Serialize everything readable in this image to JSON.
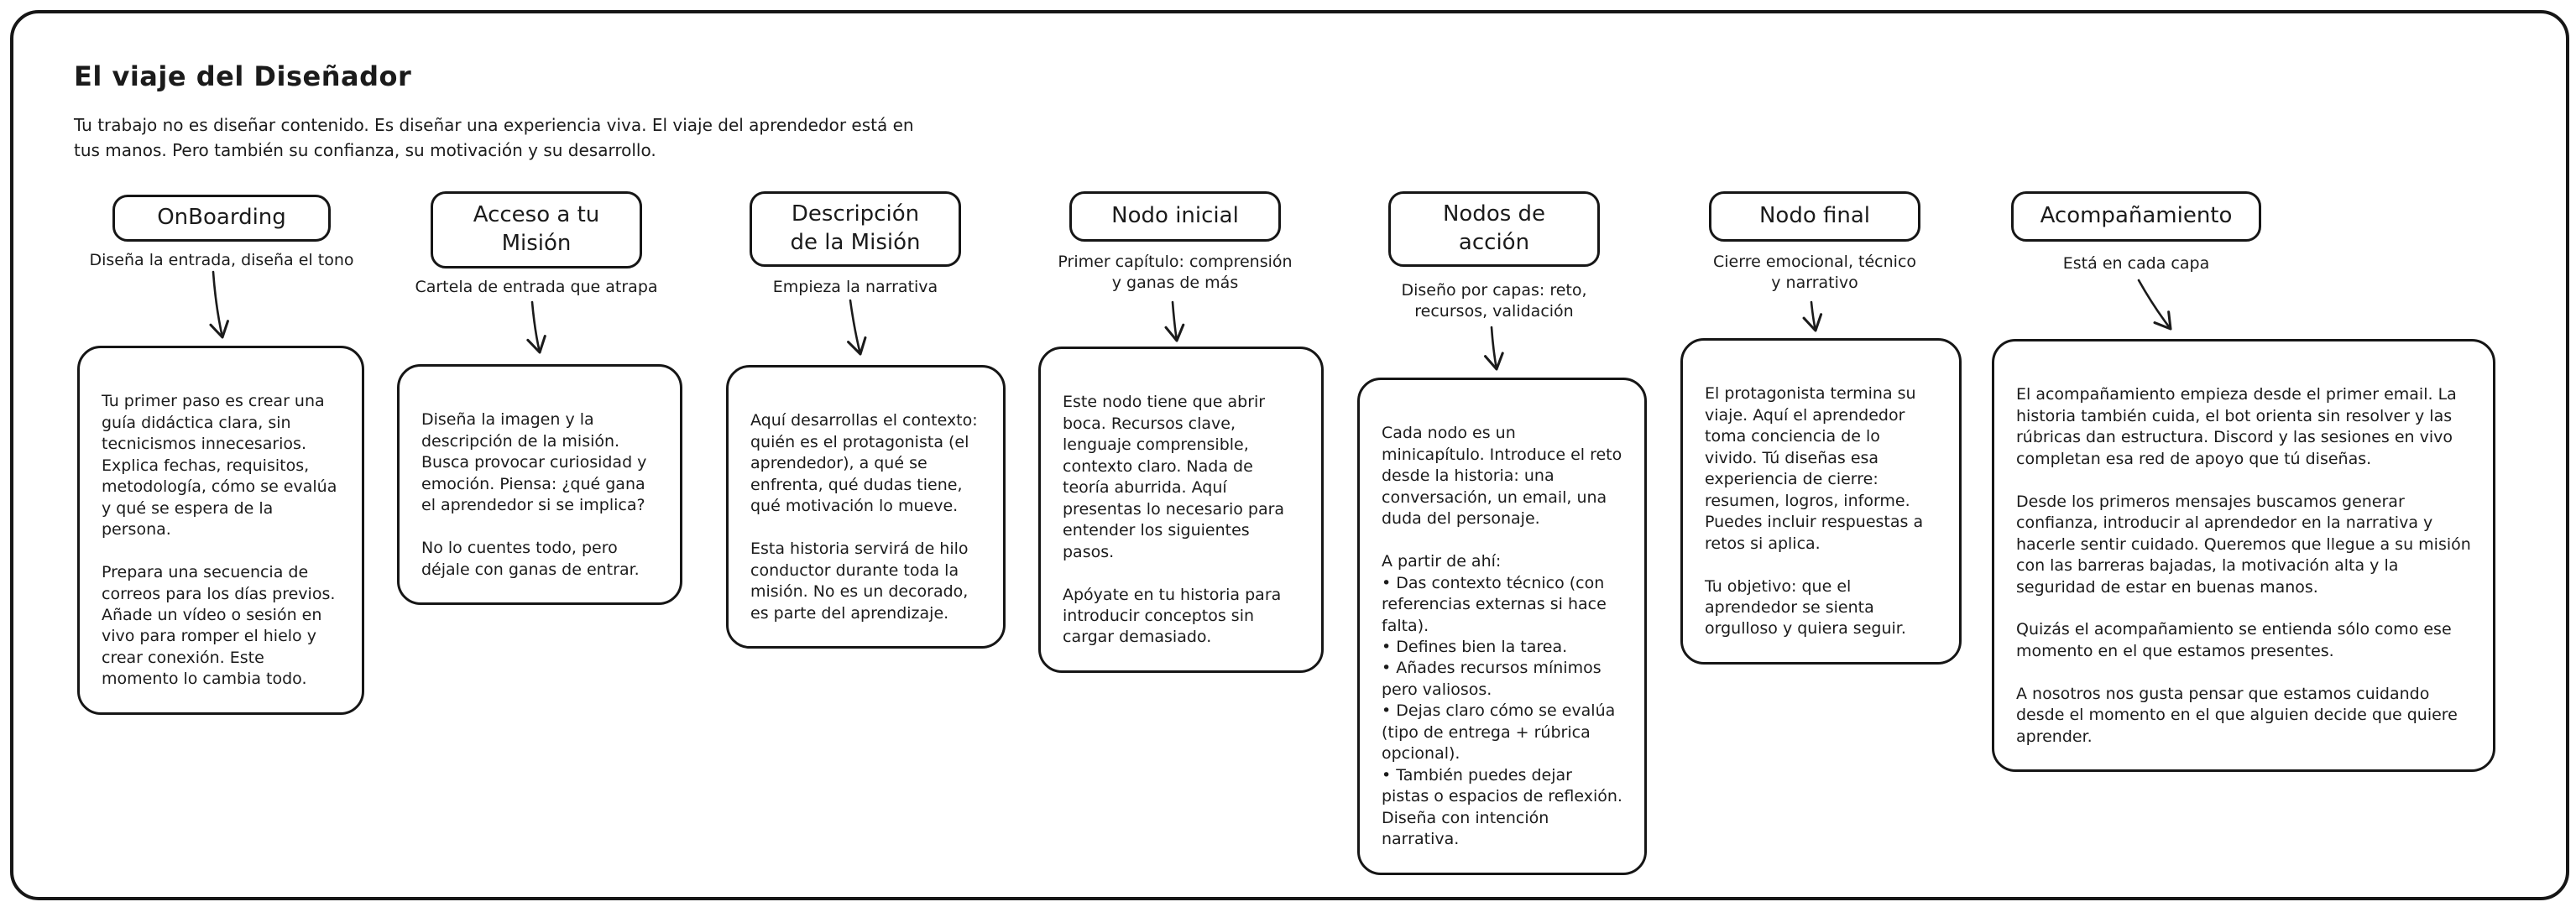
{
  "page": {
    "title": "El viaje del Diseñador",
    "subtitle": "Tu trabajo no es diseñar contenido. Es diseñar una experiencia viva. El viaje del aprendedor está en\ntus manos. Pero también su confianza, su motivación y su desarrollo."
  },
  "colors": {
    "ink": "#1b1b1b",
    "frame": "#161616",
    "background": "#ffffff"
  },
  "columns": [
    {
      "title": "OnBoarding",
      "tagline": "Diseña la entrada, diseña el tono",
      "body": "Tu primer paso es crear una guía didáctica clara, sin tecnicismos innecesarios. Explica fechas, requisitos, metodología, cómo se evalúa y qué se espera de la persona.\n\nPrepara una secuencia de correos para los días previos. Añade un vídeo o sesión en vivo para romper el hielo y crear conexión. Este momento lo cambia todo."
    },
    {
      "title": "Acceso a tu\nMisión",
      "tagline": "Cartela de entrada que atrapa",
      "body": "Diseña la imagen y la descripción de la misión. Busca provocar curiosidad y emoción. Piensa: ¿qué gana el aprendedor si se implica?\n\nNo lo cuentes todo, pero déjale con ganas de entrar."
    },
    {
      "title": "Descripción\nde la Misión",
      "tagline": "Empieza la narrativa",
      "body": "Aquí desarrollas el contexto: quién es el protagonista (el aprendedor), a qué se enfrenta, qué dudas tiene, qué motivación lo mueve.\n\nEsta historia servirá de hilo conductor durante toda la misión. No es un decorado, es parte del aprendizaje."
    },
    {
      "title": "Nodo inicial",
      "tagline": "Primer capítulo: comprensión\ny ganas de más",
      "body": "Este nodo tiene que abrir boca. Recursos clave, lenguaje comprensible, contexto claro. Nada de teoría aburrida. Aquí presentas lo necesario para entender los siguientes pasos.\n\nApóyate en tu historia para introducir conceptos sin cargar demasiado."
    },
    {
      "title": "Nodos de\nacción",
      "tagline": "Diseño por capas: reto,\nrecursos, validación",
      "body": "Cada nodo es un minicapítulo. Introduce el reto desde la historia: una conversación, un email, una duda del personaje.\n\nA partir de ahí:\n• Das contexto técnico (con referencias externas si hace falta).\n• Defines bien la tarea.\n• Añades recursos mínimos pero valiosos.\n• Dejas claro cómo se evalúa (tipo de entrega + rúbrica opcional).\n• También puedes dejar pistas o espacios de reflexión. Diseña con intención narrativa."
    },
    {
      "title": "Nodo final",
      "tagline": "Cierre emocional, técnico\ny narrativo",
      "body": "El protagonista termina su viaje. Aquí el aprendedor toma conciencia de lo vivido. Tú diseñas esa experiencia de cierre: resumen, logros, informe. Puedes incluir respuestas a retos si aplica.\n\nTu objetivo: que el aprendedor se sienta orgulloso y quiera seguir."
    },
    {
      "title": "Acompañamiento",
      "tagline": "Está en cada capa",
      "body": "El acompañamiento empieza desde el primer email. La historia también cuida, el bot orienta sin resolver y las rúbricas dan estructura. Discord y las sesiones en vivo completan esa red de apoyo que tú diseñas.\n\nDesde los primeros mensajes buscamos generar confianza, introducir al aprendedor en la narrativa y hacerle sentir cuidado. Queremos que llegue a su misión con las barreras bajadas, la motivación alta y la seguridad de estar en buenas manos.\n\nQuizás el acompañamiento se entienda sólo como ese momento en el que estamos presentes.\n\nA nosotros nos gusta pensar que estamos cuidando desde el momento en el que alguien decide que quiere aprender."
    }
  ]
}
